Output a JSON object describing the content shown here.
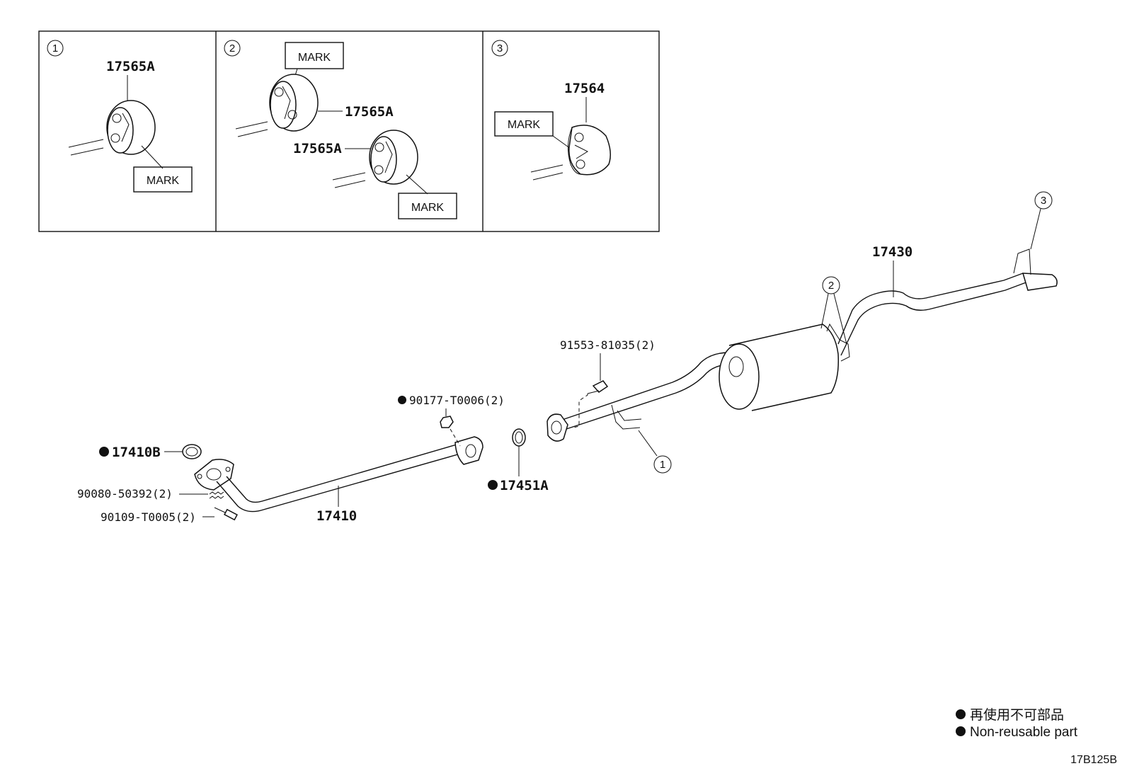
{
  "insets": [
    {
      "num": "1",
      "part": "17565A",
      "mark": "MARK"
    },
    {
      "num": "2",
      "part_upper": "17565A",
      "part_lower": "17565A",
      "mark_upper": "MARK",
      "mark_lower": "MARK"
    },
    {
      "num": "3",
      "part": "17564",
      "mark": "MARK"
    }
  ],
  "parts": {
    "p17430": "17430",
    "p91553": "91553-81035(2)",
    "p90177": "90177-T0006(2)",
    "p17410B": "17410B",
    "p17451A": "17451A",
    "p90080": "90080-50392(2)",
    "p90109": "90109-T0005(2)",
    "p17410": "17410"
  },
  "callouts": {
    "c1": "1",
    "c2": "2",
    "c3": "3"
  },
  "legend": {
    "jp": "再使用不可部品",
    "en": "Non-reusable part"
  },
  "diagram_code": "17B125B"
}
